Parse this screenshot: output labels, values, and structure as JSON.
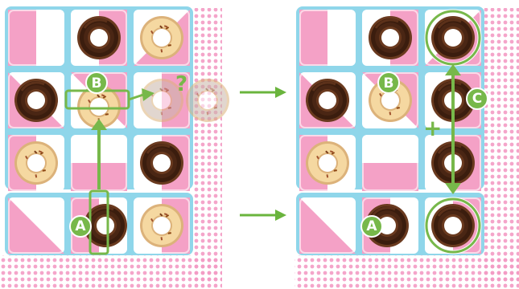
{
  "colors": {
    "board": "#8fd6ea",
    "board_border": "#7ccbe2",
    "pink": "#f4a1c6",
    "white": "#ffffff",
    "chocolate": "#6a3a1f",
    "choc_icing": "#3b1d0e",
    "vanilla": "#f5d8a1",
    "vanilla_edge": "#dcb27a",
    "marker_green": "#77b84a",
    "arrow_green": "#6ab43d"
  },
  "labels": {
    "a": "A",
    "b": "B",
    "c": "C",
    "question": "?",
    "plus": "+"
  },
  "before_panel": {
    "donuts": [
      [
        "",
        "chocolate",
        "vanilla",
        ""
      ],
      [
        "chocolate",
        "vanilla-shifting",
        "faded",
        "faded-offboard"
      ],
      [
        "vanilla",
        "",
        "chocolate",
        ""
      ],
      [
        "",
        "chocolate-split",
        "vanilla",
        ""
      ]
    ]
  },
  "after_panel": {
    "donuts": [
      [
        "",
        "chocolate",
        "chocolate-highlight",
        ""
      ],
      [
        "chocolate",
        "vanilla",
        "chocolate",
        ""
      ],
      [
        "vanilla",
        "",
        "chocolate",
        ""
      ],
      [
        "",
        "chocolate",
        "chocolate-highlight",
        ""
      ]
    ]
  }
}
